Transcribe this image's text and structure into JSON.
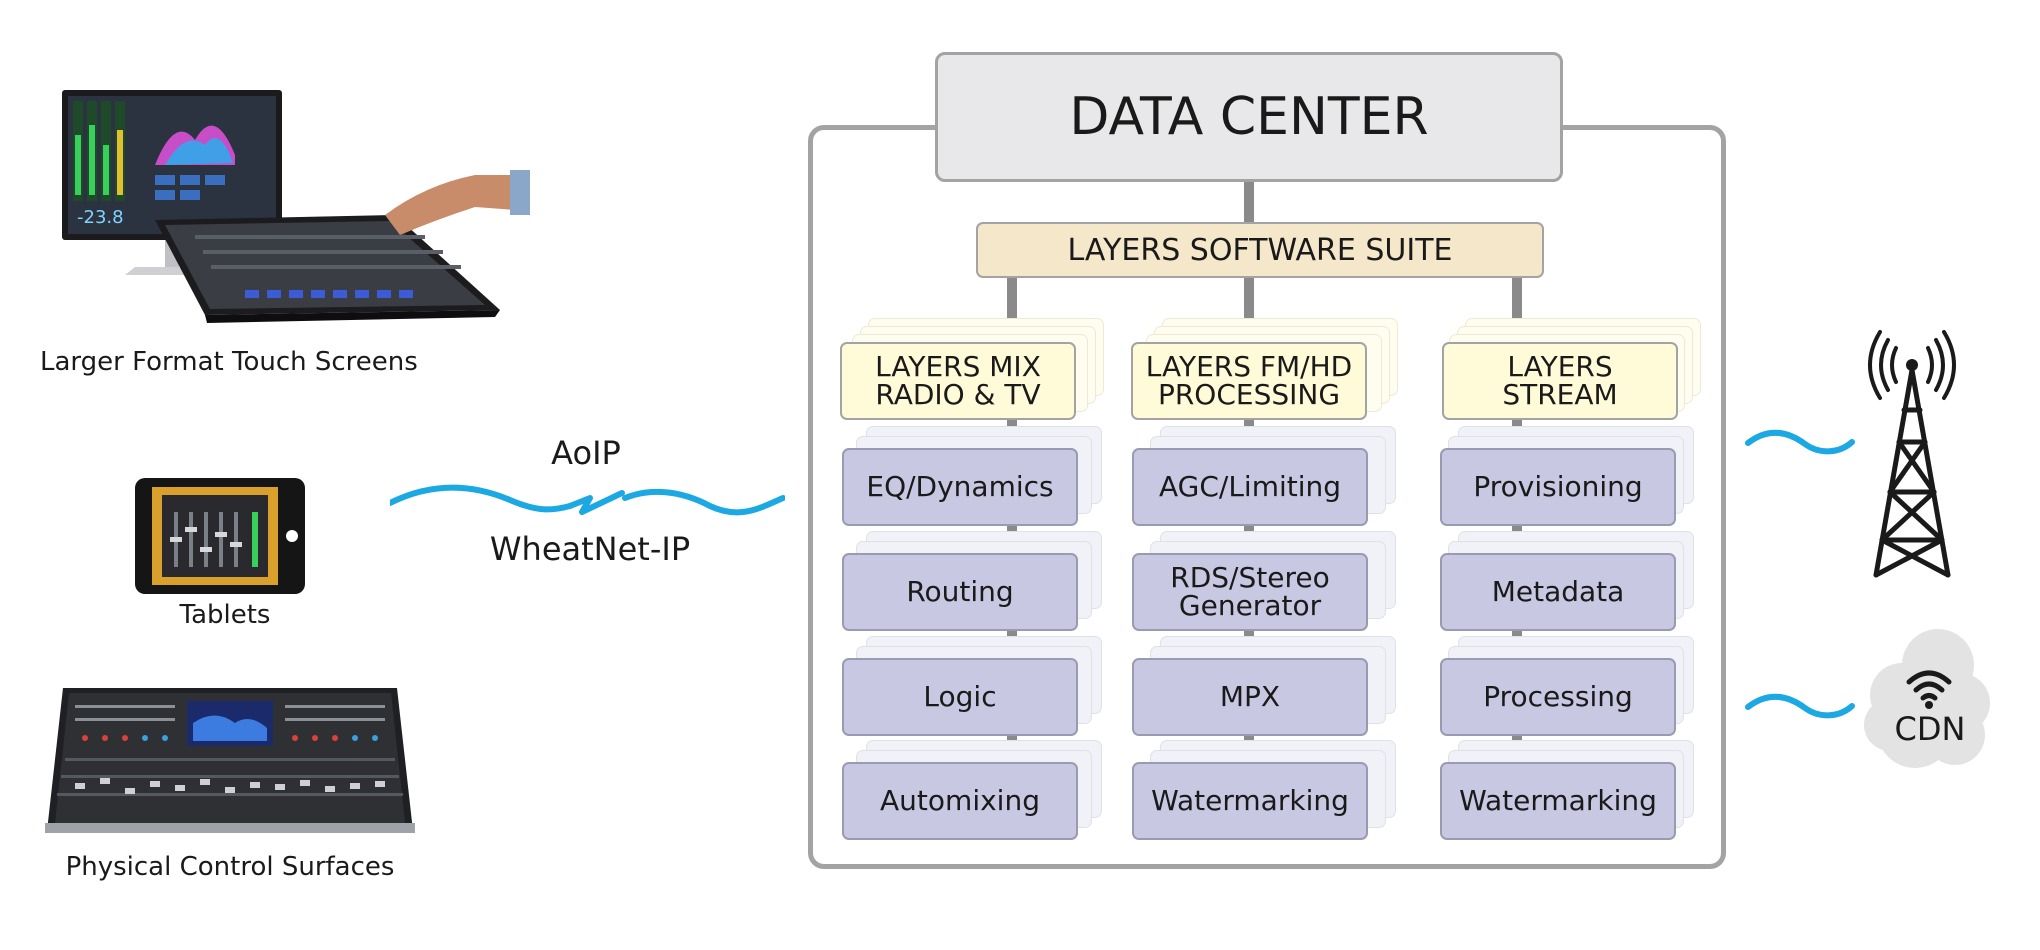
{
  "devices": {
    "touch_screens_label": "Larger Format Touch Screens",
    "tablets_label": "Tablets",
    "surfaces_label": "Physical Control Surfaces",
    "screen_readout": "-23.8"
  },
  "connection": {
    "top_label": "AoIP",
    "bottom_label": "WheatNet-IP",
    "wave_color": "#1ba8e3"
  },
  "data_center": {
    "title": "DATA CENTER",
    "suite": "LAYERS SOFTWARE SUITE",
    "columns": [
      {
        "header": "LAYERS MIX\nRADIO & TV",
        "modules": [
          "EQ/Dynamics",
          "Routing",
          "Logic",
          "Automixing"
        ]
      },
      {
        "header": "LAYERS FM/HD\nPROCESSING",
        "modules": [
          "AGC/Limiting",
          "RDS/Stereo\nGenerator",
          "MPX",
          "Watermarking"
        ]
      },
      {
        "header": "LAYERS\nSTREAM",
        "modules": [
          "Provisioning",
          "Metadata",
          "Processing",
          "Watermarking"
        ]
      }
    ]
  },
  "outputs": {
    "tower_icon": "radio-tower-icon",
    "cdn_label": "CDN",
    "cdn_icon": "wifi-icon"
  }
}
